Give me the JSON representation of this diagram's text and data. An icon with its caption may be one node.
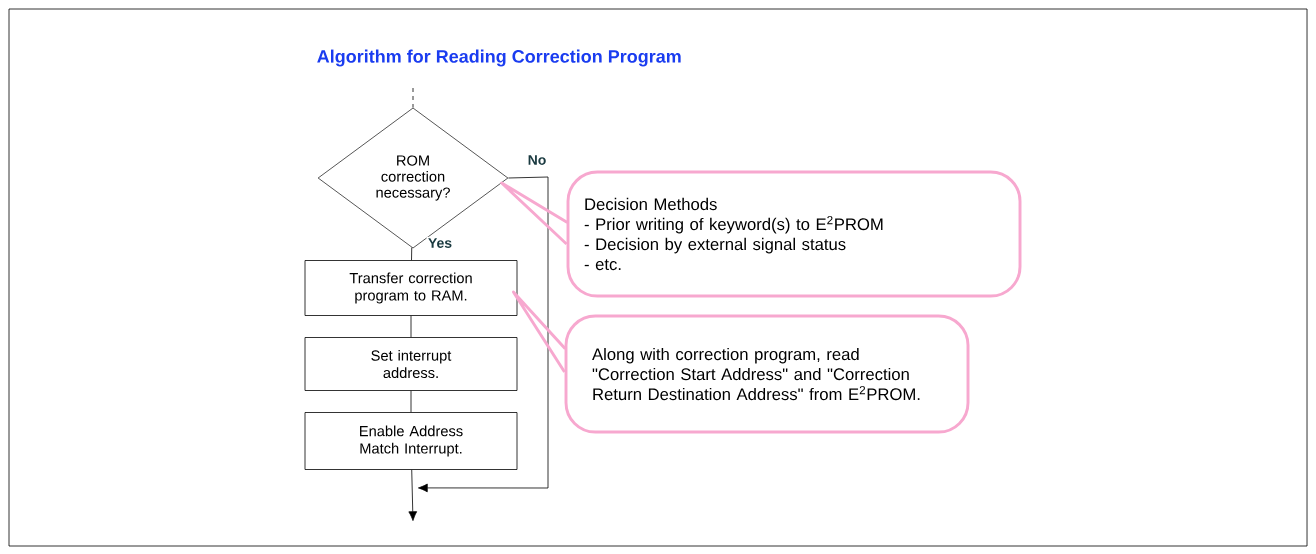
{
  "diagram": {
    "title": "Algorithm for Reading Correction Program",
    "nodes": [
      {
        "text": [
          "ROM correction necessary?"
        ]
      },
      {
        "text": [
          "Transfer correction program to RAM."
        ]
      },
      {
        "text": [
          "Set interrupt address."
        ]
      },
      {
        "text": [
          "Enable Address Match Interrupt."
        ]
      },
      {
        "text": [
          "Decision Methods",
          "- Prior writing of keyword(s) to E$^{2}$PROM",
          "- Decision by external signal status",
          "- etc."
        ]
      },
      {
        "text": [
          "Along with correction program, read \"Correction Start Address\" and \"Correction Return Destination Address\" from E$^{2}$PROM."
        ]
      }
    ],
    "edges": [
      {
        "from": null,
        "to": 0,
        "arrow": "none",
        "style": "dashed"
      },
      {
        "from": 0,
        "to": 1,
        "arrow": "none",
        "label": "Yes"
      },
      {
        "from": 1,
        "to": 2,
        "arrow": "none"
      },
      {
        "from": 2,
        "to": 3,
        "arrow": "none"
      },
      {
        "from": 3,
        "to": null,
        "arrow": "to"
      },
      {
        "from": 0,
        "to": 3,
        "arrow": "to",
        "label": "No"
      },
      {
        "from": 4,
        "to": 0,
        "arrow": "none",
        "style": "thick",
        "color": "#f7a8cf"
      },
      {
        "from": 5,
        "to": 1,
        "arrow": "none",
        "style": "thick",
        "color": "#f7a8cf"
      }
    ]
  }
}
